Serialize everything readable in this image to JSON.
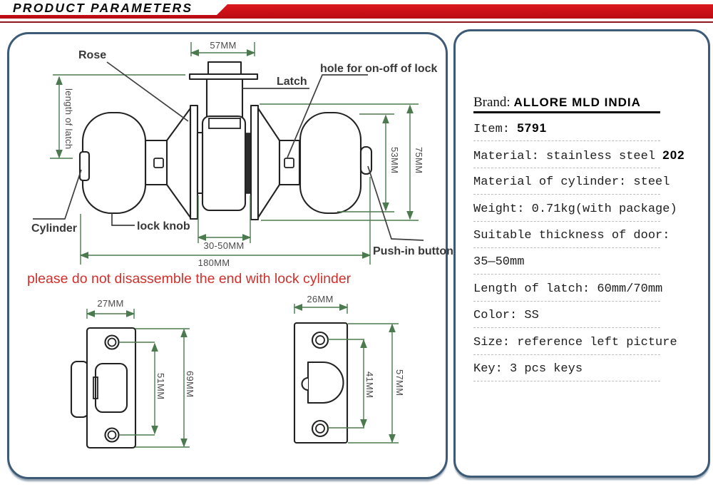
{
  "header": {
    "title": "PRODUCT PARAMETERS"
  },
  "left_panel": {
    "labels": {
      "rose": "Rose",
      "latch": "Latch",
      "hole": "hole for on-off of lock",
      "length_of_latch": "length of latch",
      "cylinder": "Cylinder",
      "lock_knob": "lock knob",
      "push_in": "Push-in button"
    },
    "dimensions": {
      "rose_width": "57MM",
      "knob_height": "53MM",
      "overall_height": "75MM",
      "door_range": "30-50MM",
      "overall_length": "180MM",
      "strike_width": "27MM",
      "strike_hole_span": "51MM",
      "strike_height": "69MM",
      "face_width": "26MM",
      "face_hole_span": "41MM",
      "face_height": "57MM"
    },
    "warning": "please do not disassemble the end with lock cylinder"
  },
  "specs": {
    "rows": [
      {
        "id": "brand",
        "underline": "solid",
        "segments": [
          {
            "t": "Brand: ",
            "k": "serif"
          },
          {
            "t": "ALLORE MLD INDIA",
            "k": "bold"
          }
        ]
      },
      {
        "id": "item",
        "underline": "dashed",
        "segments": [
          {
            "t": "Item: ",
            "k": "plain"
          },
          {
            "t": "5791",
            "k": "bold"
          }
        ]
      },
      {
        "id": "material",
        "underline": "dashed",
        "segments": [
          {
            "t": "Material: stainless steel ",
            "k": "plain"
          },
          {
            "t": "202",
            "k": "bold"
          }
        ]
      },
      {
        "id": "cylinder-material",
        "underline": "dashed",
        "segments": [
          {
            "t": "Material of cylinder: steel",
            "k": "plain"
          }
        ]
      },
      {
        "id": "weight",
        "underline": "dashed",
        "segments": [
          {
            "t": "Weight: 0.71kg(with package)",
            "k": "plain"
          }
        ]
      },
      {
        "id": "door-thickness",
        "underline": "dashed",
        "segments": [
          {
            "t": "Suitable thickness of door:",
            "k": "plain"
          }
        ]
      },
      {
        "id": "door-thickness-value",
        "underline": "dashed",
        "segments": [
          {
            "t": "35—50mm",
            "k": "plain"
          }
        ]
      },
      {
        "id": "latch-length",
        "underline": "dashed",
        "segments": [
          {
            "t": "Length of latch: 60mm/70mm",
            "k": "plain"
          }
        ]
      },
      {
        "id": "color",
        "underline": "dashed",
        "segments": [
          {
            "t": "Color: SS",
            "k": "plain"
          }
        ]
      },
      {
        "id": "size",
        "underline": "dashed",
        "segments": [
          {
            "t": "Size: reference left picture",
            "k": "plain"
          }
        ]
      },
      {
        "id": "key",
        "underline": "dashed",
        "segments": [
          {
            "t": "Key: 3 pcs keys",
            "k": "plain"
          }
        ]
      }
    ]
  },
  "colors": {
    "accent_red": "#c8131b",
    "maroon_line": "#8f161c",
    "dimension_green": "#4b7a4e",
    "panel_border_blue": "#3d5a77",
    "warning_red": "#d2302c"
  }
}
